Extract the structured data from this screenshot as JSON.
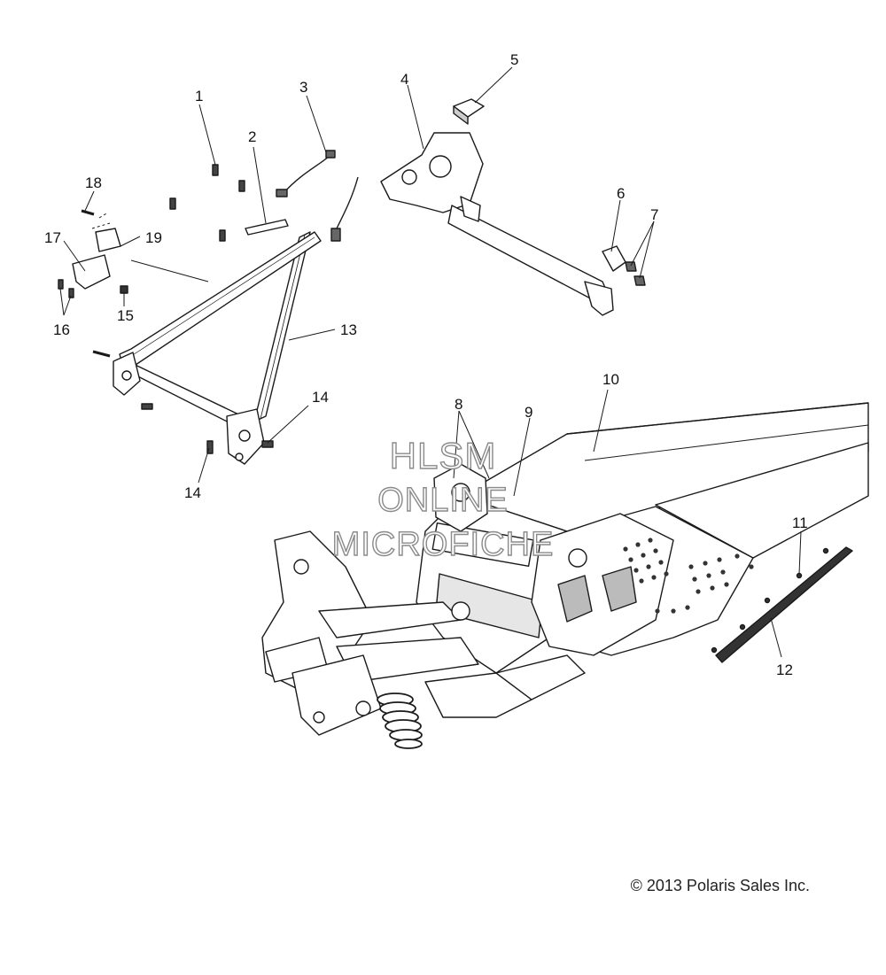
{
  "callouts": [
    "1",
    "2",
    "3",
    "4",
    "5",
    "6",
    "7",
    "8",
    "9",
    "10",
    "11",
    "12",
    "13",
    "14",
    "14",
    "15",
    "16",
    "17",
    "18",
    "19"
  ],
  "watermark": {
    "line1": "HLSM",
    "line2": "ONLINE",
    "line3": "MICROFICHE"
  },
  "copyright": "© 2013 Polaris Sales Inc.",
  "colors": {
    "line": "#1a1a1a",
    "fill": "#ffffff",
    "shade": "#d8d8d8",
    "dark": "#333333",
    "watermark": "#8a8a8a"
  }
}
